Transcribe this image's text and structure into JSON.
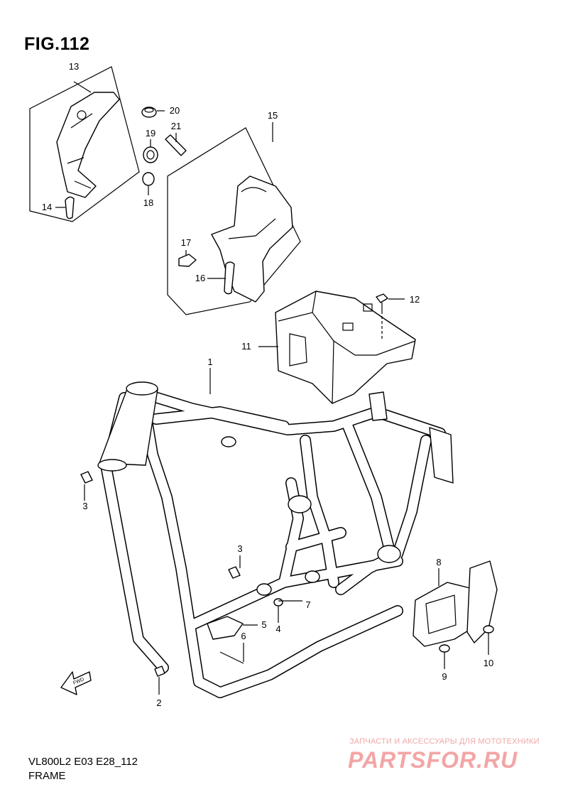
{
  "figure": {
    "title": "FIG.112"
  },
  "footer": {
    "model_code": "VL800L2 E03 E28_112",
    "section_name": "FRAME"
  },
  "watermark": {
    "caption": "ЗАПЧАСТИ И АКСЕССУАРЫ ДЛЯ МОТОТЕХНИКИ",
    "logo_text": "PARTSFOR.RU"
  },
  "direction_arrow": {
    "label": "FWD"
  },
  "callouts": [
    "1",
    "2",
    "3",
    "3",
    "4",
    "5",
    "6",
    "7",
    "8",
    "9",
    "10",
    "11",
    "12",
    "13",
    "14",
    "15",
    "16",
    "17",
    "18",
    "19",
    "20",
    "21"
  ],
  "colors": {
    "line": "#000000",
    "background": "#ffffff",
    "watermark": "#f3a5a5"
  }
}
